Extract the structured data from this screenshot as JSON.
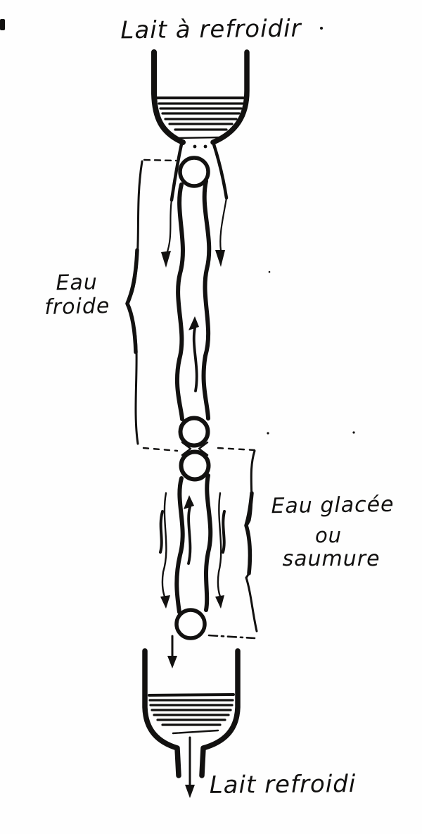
{
  "figure": {
    "top_label": "Lait à refroidir",
    "left_label": {
      "line1": "Eau",
      "line2": "froide"
    },
    "right_label": {
      "line1": "Eau glacée",
      "line2": "ou",
      "line3": "saumure"
    },
    "bottom_label": "Lait refroidi",
    "colors": {
      "ink": "#121110",
      "paper": "#fefefe"
    }
  }
}
